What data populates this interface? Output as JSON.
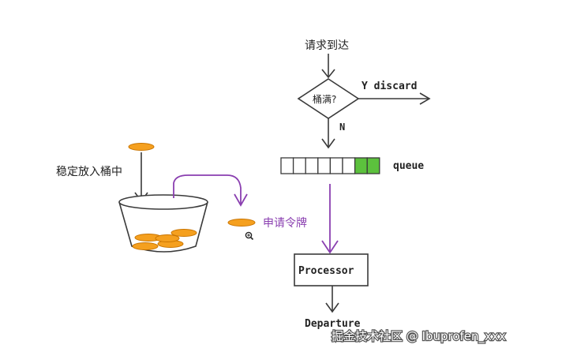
{
  "labels": {
    "request_arrives": "请求到达",
    "bucket_full": "桶满?",
    "yes_discard": "Y discard",
    "no": "N",
    "queue": "queue",
    "put_into_bucket": "稳定放入桶中",
    "request_token": "申请令牌",
    "processor": "Processor",
    "departure": "Departure"
  },
  "watermark": "掘金技术社区 @ Ibuprofen_xxx",
  "colors": {
    "line": "#3a3a3a",
    "purple": "#8a3fb0",
    "token_fill": "#f5a01f",
    "token_stroke": "#c97400",
    "queue_filled": "#5cc13d"
  },
  "icons": {
    "cursor": "zoom-in-cursor-icon"
  },
  "queue_slots": {
    "total": 8,
    "filled": 2
  }
}
